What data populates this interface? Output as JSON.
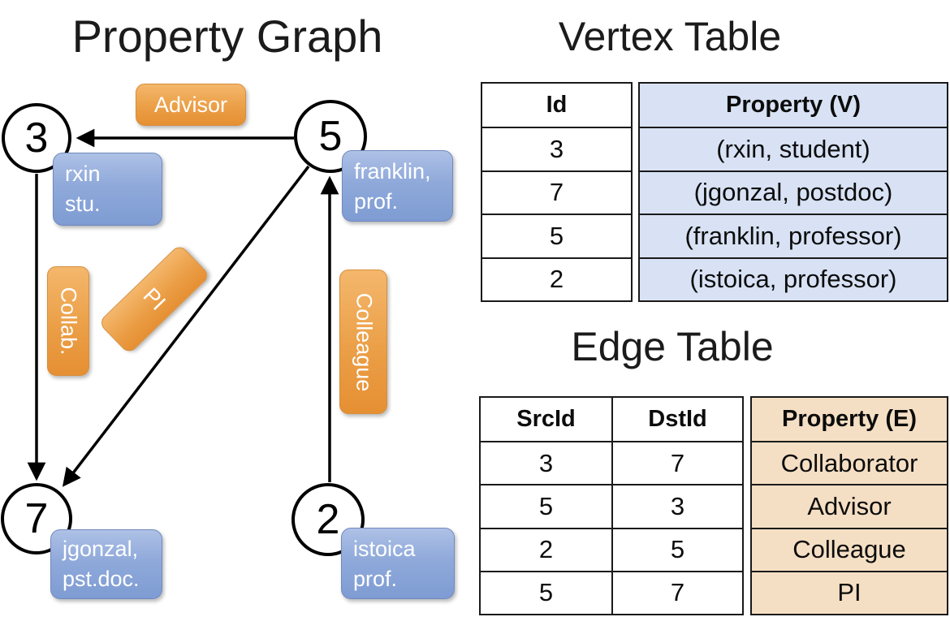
{
  "graph": {
    "title": "Property Graph",
    "nodes": [
      {
        "id": "3",
        "property_lines": [
          "rxin",
          "stu."
        ]
      },
      {
        "id": "5",
        "property_lines": [
          "franklin,",
          "prof."
        ]
      },
      {
        "id": "7",
        "property_lines": [
          "jgonzal,",
          "pst.doc."
        ]
      },
      {
        "id": "2",
        "property_lines": [
          "istoica",
          "prof."
        ]
      }
    ],
    "edges": [
      {
        "src": "5",
        "dst": "3",
        "label": "Advisor"
      },
      {
        "src": "3",
        "dst": "7",
        "label": "Collab."
      },
      {
        "src": "5",
        "dst": "7",
        "label": "PI"
      },
      {
        "src": "2",
        "dst": "5",
        "label": "Colleague"
      }
    ]
  },
  "vertex_table": {
    "title": "Vertex Table",
    "columns": [
      "Id",
      "Property (V)"
    ],
    "rows": [
      {
        "id": "3",
        "property": "(rxin, student)"
      },
      {
        "id": "7",
        "property": "(jgonzal, postdoc)"
      },
      {
        "id": "5",
        "property": "(franklin, professor)"
      },
      {
        "id": "2",
        "property": "(istoica, professor)"
      }
    ]
  },
  "edge_table": {
    "title": "Edge Table",
    "columns": [
      "SrcId",
      "DstId",
      "Property (E)"
    ],
    "rows": [
      {
        "src": "3",
        "dst": "7",
        "property": "Collaborator"
      },
      {
        "src": "5",
        "dst": "3",
        "property": "Advisor"
      },
      {
        "src": "2",
        "dst": "5",
        "property": "Colleague"
      },
      {
        "src": "5",
        "dst": "7",
        "property": "PI"
      }
    ]
  },
  "colors": {
    "edge_label_orange": "#eb9f47",
    "vertex_box_blue": "#8fa9da",
    "vertex_table_fill": "#d8e2f4",
    "edge_table_fill": "#f5dfc4",
    "line_black": "#000000"
  }
}
